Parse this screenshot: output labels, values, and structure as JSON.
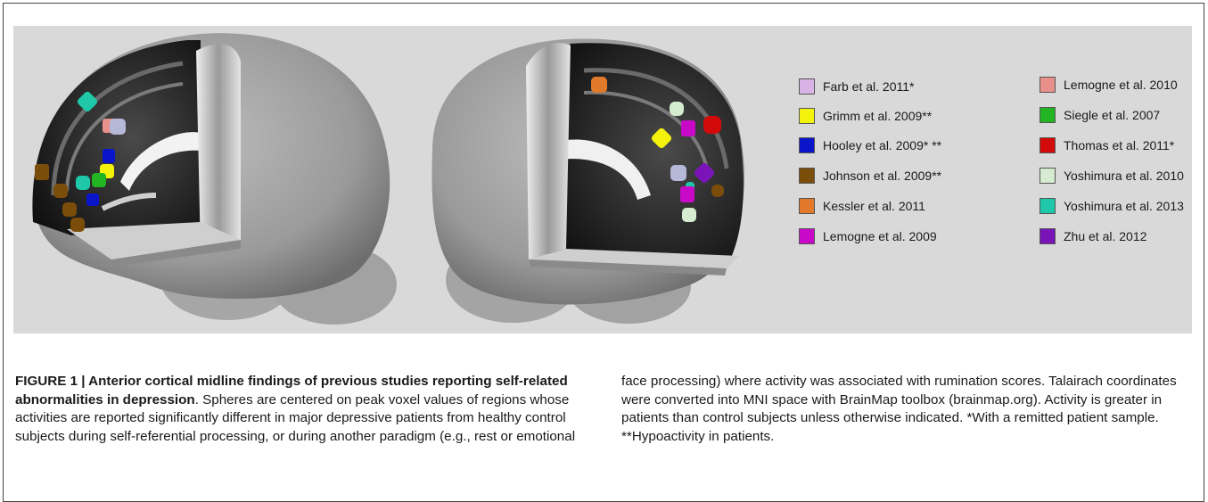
{
  "legend": {
    "left": [
      {
        "label": "Farb et al. 2011*",
        "color": "#d9b3e6"
      },
      {
        "label": "Grimm et al. 2009**",
        "color": "#f2f20a"
      },
      {
        "label": "Hooley et al. 2009* **",
        "color": "#0a14c8"
      },
      {
        "label": "Johnson et al. 2009**",
        "color": "#7a4e0a"
      },
      {
        "label": "Kessler et al. 2011",
        "color": "#e07a2a"
      },
      {
        "label": "Lemogne et al. 2009",
        "color": "#c80ac8"
      }
    ],
    "right": [
      {
        "label": "Lemogne et al. 2010",
        "color": "#e8908a"
      },
      {
        "label": "Siegle et al. 2007",
        "color": "#22b422"
      },
      {
        "label": "Thomas et al. 2011*",
        "color": "#d20a0a"
      },
      {
        "label": "Yoshimura et al. 2010",
        "color": "#d6ecd0"
      },
      {
        "label": "Yoshimura et al. 2013",
        "color": "#1ec8a8"
      },
      {
        "label": "Zhu et al. 2012",
        "color": "#7a14b8"
      }
    ]
  },
  "caption": {
    "label": "FIGURE 1 | ",
    "title": "Anterior cortical midline findings of previous studies reporting self-related abnormalities in depression",
    "body": ". Spheres are centered on peak voxel values of regions whose activities are reported significantly different in major depressive patients from healthy control subjects during self-referential processing, or during another paradigm (e.g., rest or emotional face processing) where activity was associated with rumination scores. Talairach coordinates were converted into MNI space with BrainMap toolbox (brainmap.org). Activity is greater in patients than control subjects unless otherwise indicated. *With a remitted patient sample. **Hypoactivity in patients.",
    "right_text": "face processing) where activity was associated with rumination scores. Talairach coordinates were converted into MNI space with BrainMap toolbox (brainmap.org). Activity is greater in patients than control subjects unless otherwise indicated. *With a remitted patient sample. **Hypoactivity in patients."
  }
}
